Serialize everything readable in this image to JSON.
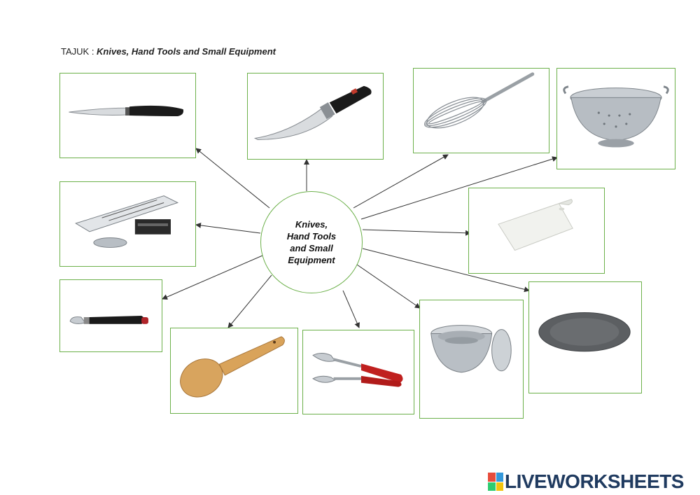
{
  "header": {
    "prefix": "TAJUK : ",
    "topic": "Knives, Hand Tools and Small Equipment"
  },
  "center": {
    "label": "Knives,\nHand Tools\nand Small\nEquipment"
  },
  "items": [
    {
      "icon": "paring-knife-icon"
    },
    {
      "icon": "chef-knife-icon"
    },
    {
      "icon": "whisk-icon"
    },
    {
      "icon": "colander-icon"
    },
    {
      "icon": "mandoline-slicer-icon"
    },
    {
      "icon": "cutting-board-icon"
    },
    {
      "icon": "peeler-icon"
    },
    {
      "icon": "wooden-spoon-icon"
    },
    {
      "icon": "tongs-icon"
    },
    {
      "icon": "mixing-bowls-icon"
    },
    {
      "icon": "plate-icon"
    }
  ],
  "branding": {
    "logo_text": "LIVEWORKSHEETS"
  },
  "colors": {
    "box_border": "#6cb04a",
    "arrow": "#333333",
    "logo_text": "#1f3a5f"
  }
}
